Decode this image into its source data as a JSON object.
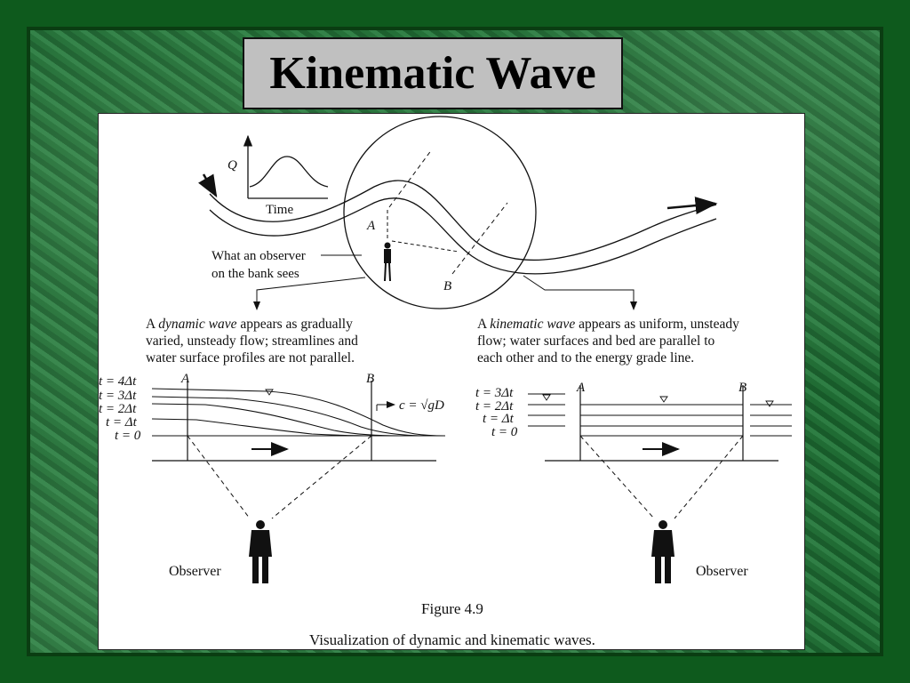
{
  "title": "Kinematic Wave",
  "hydrograph": {
    "y_label": "Q",
    "x_label": "Time"
  },
  "observer_bank_label": [
    "What an observer",
    "on the bank sees"
  ],
  "point_a": "A",
  "point_b": "B",
  "dynamic": {
    "desc_prefix": "A ",
    "desc_term": "dynamic wave",
    "desc_line1_rest": " appears as gradually",
    "desc_line2": "varied, unsteady flow; streamlines and",
    "desc_line3": "water surface profiles are not parallel.",
    "time_labels": [
      "t = 4Δt",
      "t = 3Δt",
      "t = 2Δt",
      "t = Δt",
      "t = 0"
    ],
    "celerity": "c = √gD"
  },
  "kinematic": {
    "desc_prefix": "A ",
    "desc_term": "kinematic wave",
    "desc_line1_rest": " appears as uniform, unsteady",
    "desc_line2": "flow; water surfaces and bed are parallel to",
    "desc_line3": "each other and to the energy grade line.",
    "time_labels": [
      "t = 3Δt",
      "t = 2Δt",
      "t = Δt",
      "t = 0"
    ]
  },
  "observer_label": "Observer",
  "figure_number": "Figure 4.9",
  "figure_caption": "Visualization of dynamic and kinematic waves."
}
